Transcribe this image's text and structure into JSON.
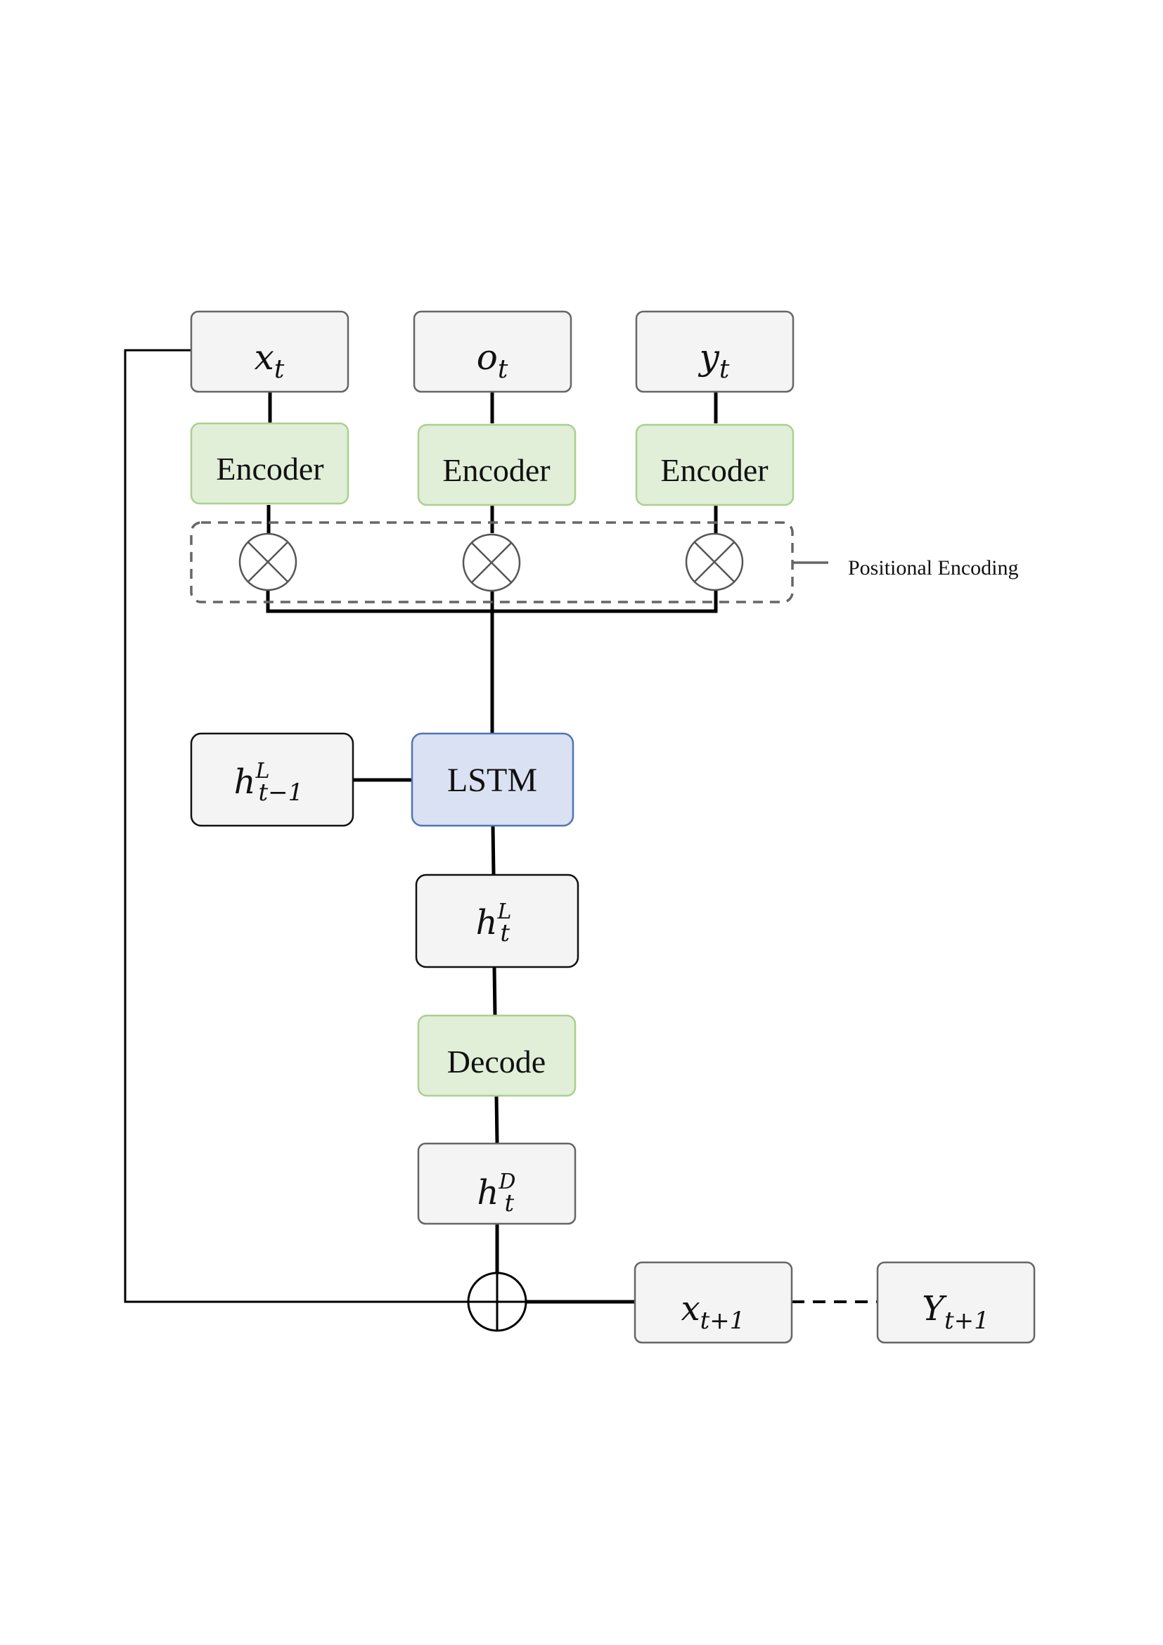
{
  "inputs": [
    {
      "base": "x",
      "sub": "t",
      "sup": ""
    },
    {
      "base": "o",
      "sub": "t",
      "sup": ""
    },
    {
      "base": "y",
      "sub": "t",
      "sup": ""
    }
  ],
  "encoder_label": "Encoder",
  "positional_encoding_label": "Positional Encoding",
  "lstm_label": "LSTM",
  "prev_hidden": {
    "base": "h",
    "sub": "t−1",
    "sup": "L"
  },
  "hidden": {
    "base": "h",
    "sub": "t",
    "sup": "L"
  },
  "decode_label": "Decode",
  "decoded": {
    "base": "h",
    "sub": "t",
    "sup": "D"
  },
  "next_input": {
    "base": "x",
    "sub": "t+1",
    "sup": ""
  },
  "output": {
    "base": "Y",
    "sub": "t+1",
    "sup": ""
  },
  "colors": {
    "encoder_fill": "#e1eed8",
    "encoder_stroke": "#a9d18e",
    "lstm_fill": "#dae1f3",
    "lstm_stroke": "#4f74b8",
    "box_fill": "#f4f4f4"
  }
}
